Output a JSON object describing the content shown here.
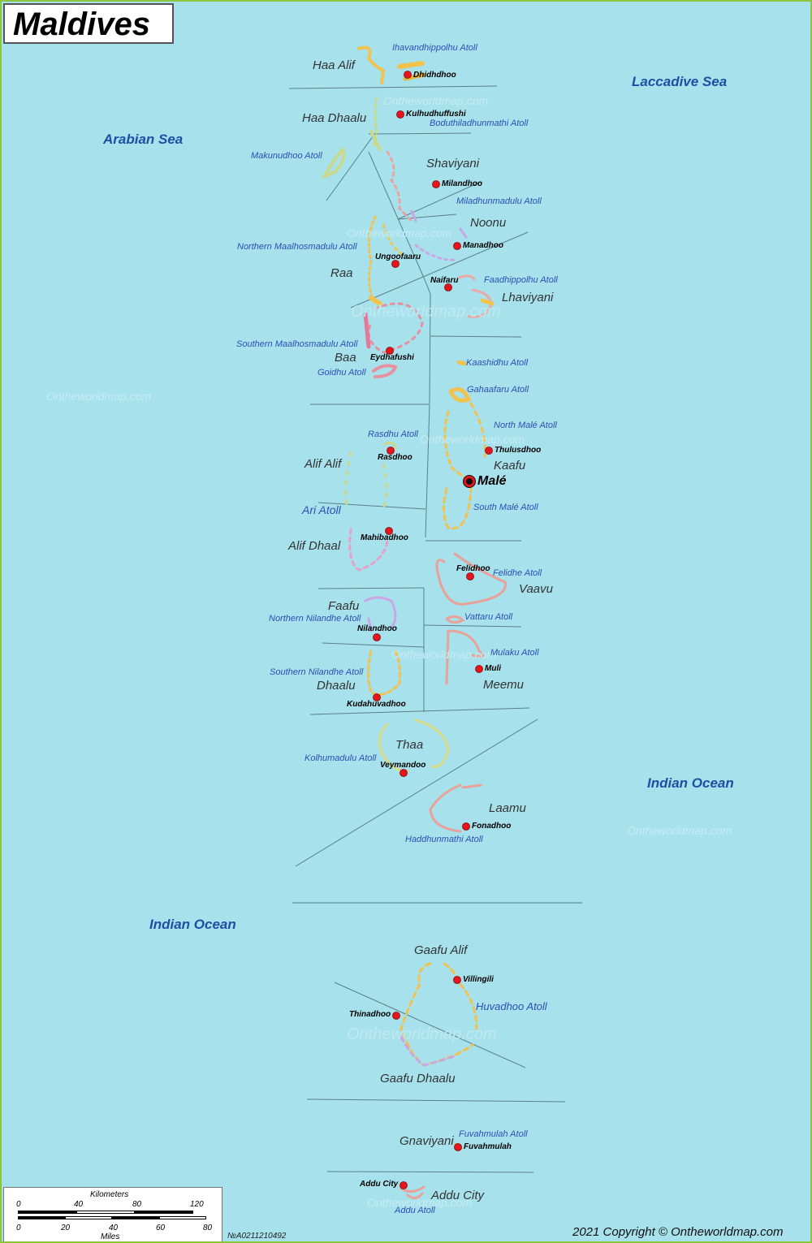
{
  "title": "Maldives",
  "seas": [
    {
      "key": "laccadive",
      "label": "Laccadive Sea"
    },
    {
      "key": "arabian",
      "label": "Arabian Sea"
    },
    {
      "key": "indian1",
      "label": "Indian Ocean"
    },
    {
      "key": "indian2",
      "label": "Indian Ocean"
    }
  ],
  "regions": [
    "Haa Alif",
    "Haa Dhaalu",
    "Shaviyani",
    "Noonu",
    "Raa",
    "Lhaviyani",
    "Baa",
    "Kaafu",
    "Alif Alif",
    "Ari Atoll",
    "Alif Dhaal",
    "Vaavu",
    "Faafu",
    "Dhaalu",
    "Meemu",
    "Thaa",
    "Laamu",
    "Gaafu Alif",
    "Gaafu Dhaalu",
    "Gnaviyani",
    "Addu City"
  ],
  "atolls": [
    "Ihavandhippolhu Atoll",
    "Bodu­thiladhunmathi Atoll",
    "Makunudhoo Atoll",
    "Miladhunmadulu Atoll",
    "Northern Maalhosmadulu Atoll",
    "Faadhippolhu Atoll",
    "Southern Maalhosmadulu Atoll",
    "Goidhu Atoll",
    "Kaashidhu Atoll",
    "Gahaafaru Atoll",
    "North Malé Atoll",
    "Rasdhu Atoll",
    "South Malé Atoll",
    "Felidhe Atoll",
    "Northern Nilandhe Atoll",
    "Vattaru Atoll",
    "Mulaku Atoll",
    "Southern Nilandhe Atoll",
    "Kolhumadulu Atoll",
    "Haddhunmathi Atoll",
    "Huvadhoo Atoll",
    "Fuvahmulah Atoll",
    "Addu Atoll"
  ],
  "cities": [
    "Dhidhdhoo",
    "Kulhudhuffushi",
    "Milandhoo",
    "Manadhoo",
    "Ungoofaaru",
    "Naifaru",
    "Eydhafushi",
    "Thulusdhoo",
    "Rasdhoo",
    "Mahibadhoo",
    "Felidhoo",
    "Nilandhoo",
    "Muli",
    "Kudahuvadhoo",
    "Veymandoo",
    "Fonadhoo",
    "Villingili",
    "Thinadhoo",
    "Fuvahmulah",
    "Addu City"
  ],
  "capital": "Malé",
  "watermark": "Ontheworldmap.com",
  "scale": {
    "km_label": "Kilometers",
    "km_ticks": [
      "0",
      "40",
      "80",
      "120"
    ],
    "mi_label": "Miles",
    "mi_ticks": [
      "0",
      "20",
      "40",
      "60",
      "80"
    ]
  },
  "map_id": "№A0211210492",
  "copyright": "2021 Copyright © Ontheworldmap.com",
  "colors": {
    "sea": "#a6e1ec",
    "border": "#8cc63f",
    "capital_marker": "#111",
    "city_marker": "#e8141b",
    "boundary": "#5a7f8a",
    "sea_label": "#1f4fa3",
    "atoll_label": "#2c4fb5"
  }
}
